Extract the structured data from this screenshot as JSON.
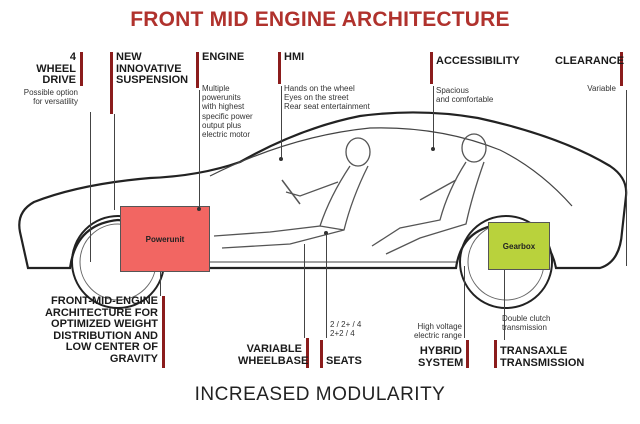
{
  "title": "FRONT MID ENGINE ARCHITECTURE",
  "footer": "INCREASED MODULARITY",
  "colors": {
    "title": "#b0322d",
    "bar": "#8b1c1c",
    "powerunit": "#f26662",
    "gearbox": "#b9d23c"
  },
  "top_labels": {
    "four_wheel": {
      "label": "4 WHEEL\nDRIVE",
      "desc": "Possible option\nfor versatility"
    },
    "suspension": {
      "label": "NEW\nINNOVATIVE\nSUSPENSION",
      "desc": ""
    },
    "engine": {
      "label": "ENGINE",
      "desc": "Multiple\npowerunits\nwith highest\nspecific power\noutput plus\nelectric motor"
    },
    "hmi": {
      "label": "HMI",
      "desc": "Hands on the wheel\nEyes on the street\nRear seat entertainment"
    },
    "accessibility": {
      "label": "ACCESSIBILITY",
      "desc": "Spacious\nand comfortable"
    },
    "clearance": {
      "label": "CLEARANCE",
      "desc": "Variable"
    }
  },
  "bottom_labels": {
    "front_mid": {
      "label": "FRONT-MID-ENGINE\nARCHITECTURE FOR\nOPTIMIZED WEIGHT\nDISTRIBUTION AND\nLOW CENTER OF\nGRAVITY"
    },
    "wheelbase": {
      "label": "VARIABLE\nWHEELBASE"
    },
    "seats": {
      "label": "SEATS",
      "desc": "2 / 2+ / 4\n2+2 / 4"
    },
    "hybrid": {
      "label": "HYBRID\nSYSTEM",
      "desc": "High voltage\nelectric range"
    },
    "transaxle": {
      "label": "TRANSAXLE\nTRANSMISSION",
      "desc": "Double clutch\ntransmission"
    }
  },
  "components": {
    "powerunit": "Powerunit",
    "gearbox": "Gearbox"
  }
}
